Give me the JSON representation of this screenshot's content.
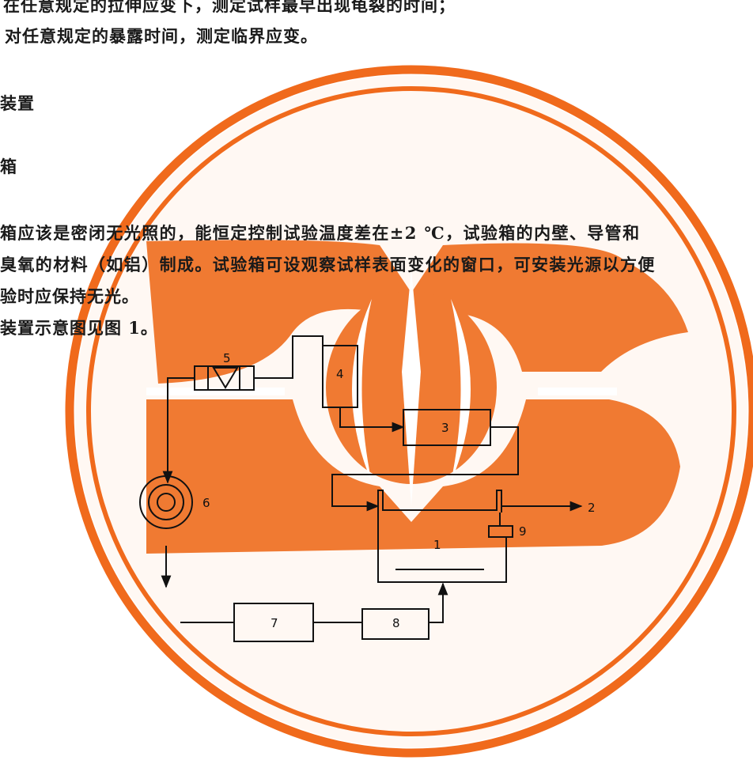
{
  "body_lines": [
    "在任意规定的拉伸应变下，测定试样最早出现龟裂的时间；",
    "对任意规定的暴露时间，测定临界应变。",
    "装置",
    "箱",
    "箱应该是密闭无光照的，能恒定控制试验温度差在±2 ℃，试验箱的内壁、导管和",
    "臭氧的材料（如铝）制成。试验箱可设观察试样表面变化的窗口，可安装光源以方便",
    "验时应保持无光。",
    "装置示意图见图 1。"
  ],
  "diagram": {
    "labels": {
      "n1": "1",
      "n2": "2",
      "n3": "3",
      "n4": "4",
      "n5": "5",
      "n6": "6",
      "n7": "7",
      "n8": "8",
      "n9": "9"
    }
  },
  "watermark": {
    "ring_color": "#f06a1c",
    "emblem_color": "#f07a32"
  }
}
